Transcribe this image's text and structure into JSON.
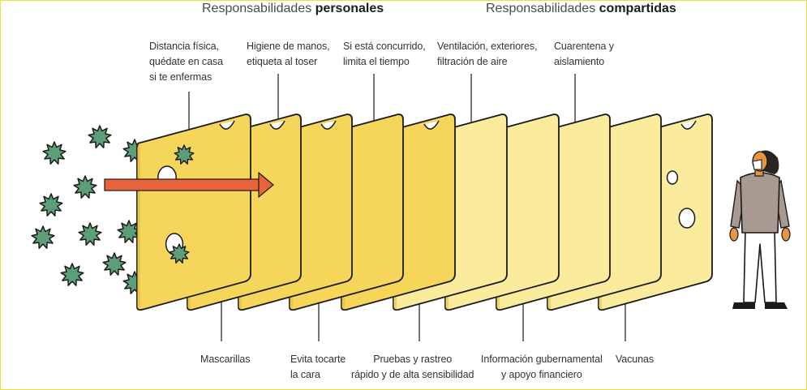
{
  "headers": {
    "personal_prefix": "Responsabilidades ",
    "personal_bold": "personales",
    "shared_prefix": "Responsabilidades ",
    "shared_bold": "compartidas"
  },
  "top_labels": [
    "Distancia física,\nquédate en casa\nsi te enfermas",
    "Higiene de manos,\netiqueta al toser",
    "Si está concurrido,\nlimita el tiempo",
    "Ventilación, exteriores,\nfiltración de aire",
    "Cuarentena y\naislamiento"
  ],
  "bottom_labels": [
    "Mascarillas",
    "Evita tocarte\nla cara",
    "Pruebas y rastreo\nrápido y de alta sensibilidad",
    "Información gubernamental\ny apoyo financiero",
    "Vacunas"
  ],
  "colors": {
    "slice_dark": "#f5d55a",
    "slice_light": "#fbeb9c",
    "virus": "#5c9e78",
    "arrow": "#e8623c",
    "outline": "#1a1a1a",
    "person_top": "#a89a90",
    "person_skin": "#e8953f"
  }
}
